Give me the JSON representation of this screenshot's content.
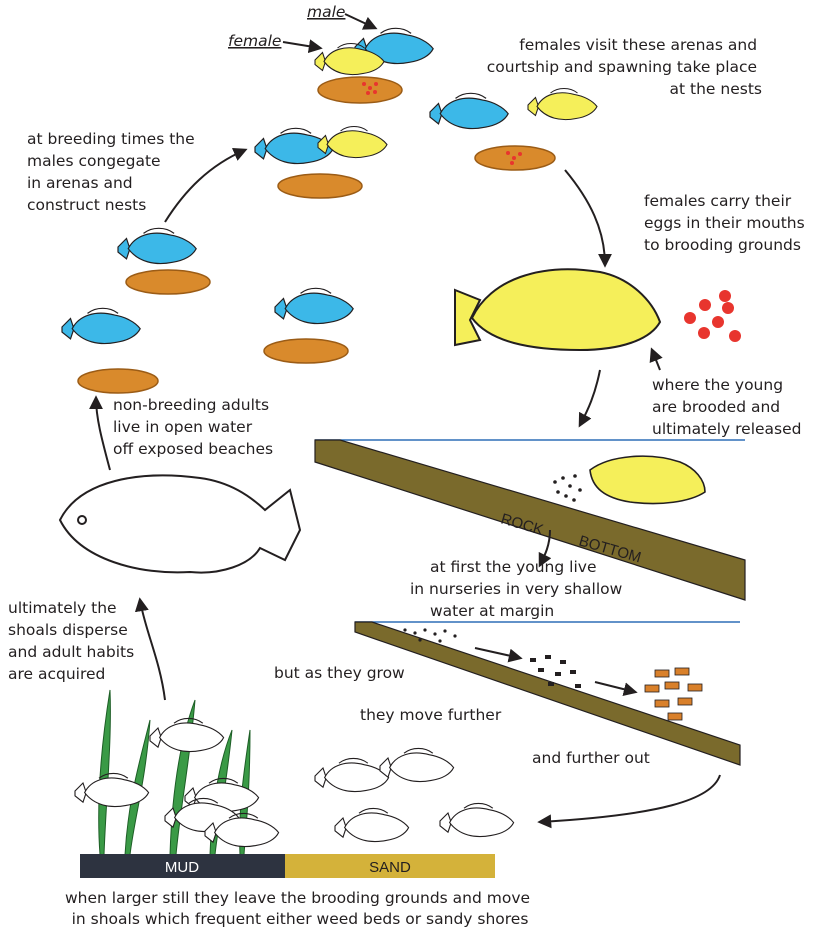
{
  "labels": {
    "male": "male",
    "female": "female",
    "arena_visit": [
      "females visit these arenas and",
      "courtship and spawning take place",
      "at the nests"
    ],
    "congregate": [
      "at breeding times the",
      "males congegate",
      "in arenas and",
      "construct nests"
    ],
    "carry_eggs": [
      "females carry their",
      "eggs in their mouths",
      "to brooding grounds"
    ],
    "brooded": [
      "where the young",
      "are brooded and",
      "ultimately released"
    ],
    "non_breeding": [
      "non-breeding adults",
      "live in open water",
      "off exposed beaches"
    ],
    "rock": "ROCK",
    "bottom": "BOTTOM",
    "nurseries": [
      "at first the young live",
      "in nurseries in very shallow",
      "water at margin"
    ],
    "disperse": [
      "ultimately the",
      "shoals disperse",
      "and adult habits",
      "are acquired"
    ],
    "as_they_grow": "but as they grow",
    "move_further": "they move further",
    "further_out": "and further out",
    "mud": "MUD",
    "sand": "SAND",
    "caption": [
      "when larger still they leave the brooding grounds and move",
      "in shoals which frequent either weed beds or sandy shores"
    ]
  },
  "colors": {
    "male_fish": "#3cb8e8",
    "female_fish": "#f5ef5a",
    "nest": "#d98a2c",
    "eggs": "#e8352e",
    "rock": "#7a6a2c",
    "water_line": "#2e6fb7",
    "mud": "#2d3340",
    "sand": "#d4b23a",
    "fry_large": "#d9802a"
  }
}
